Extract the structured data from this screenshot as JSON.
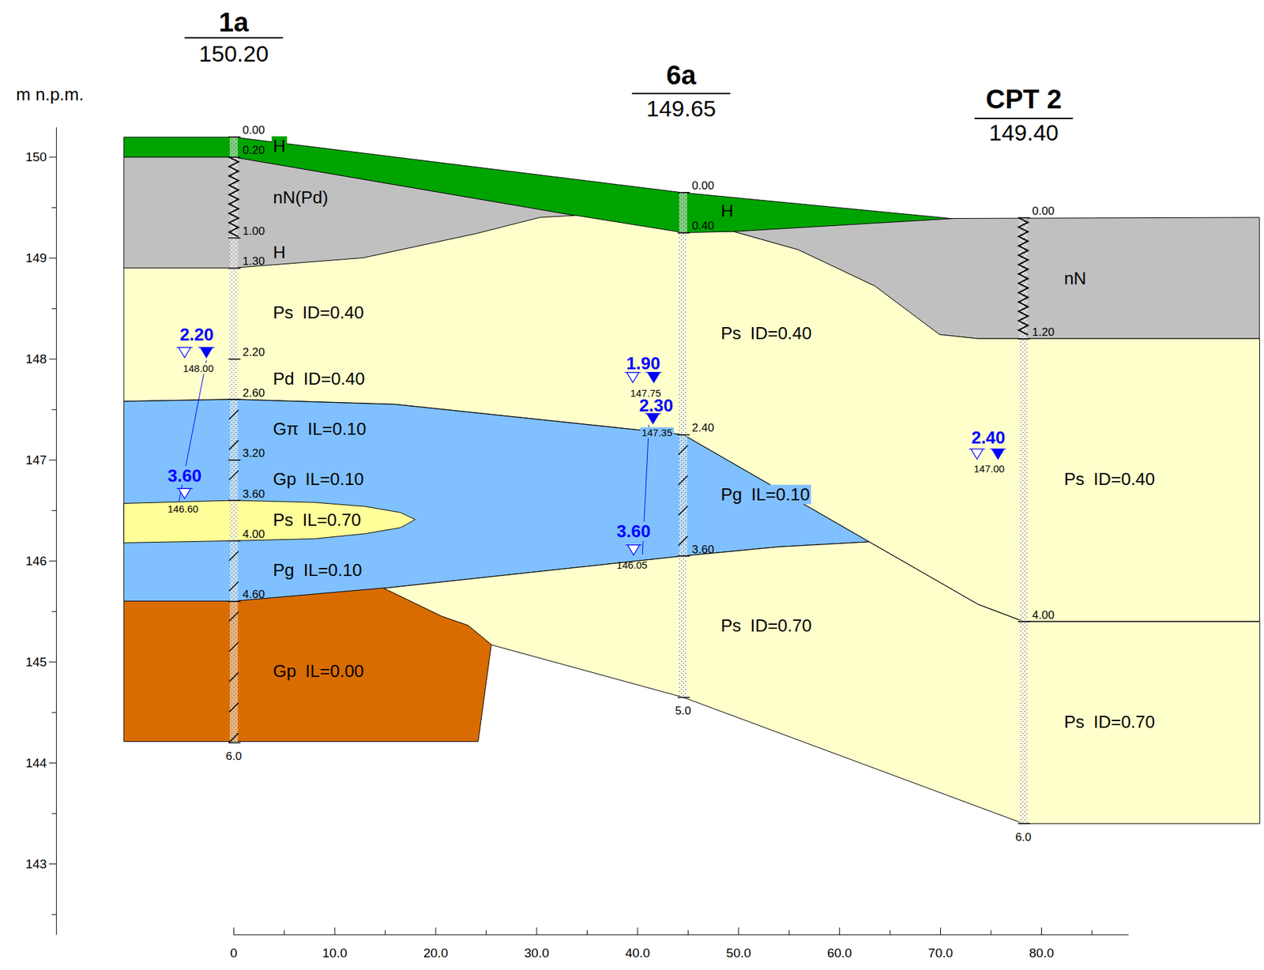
{
  "diagram": {
    "nodes": [
      {
        "text": [
          "H",
          "H"
        ]
      },
      {
        "text": [
          "nN(Pd)",
          "H"
        ]
      },
      {
        "text": [
          "nN"
        ]
      },
      {
        "text": [
          "Ps ID=0.40",
          "Pd ID=0.40",
          "Ps ID=0.40",
          "Ps ID=0.40"
        ]
      },
      {
        "text": [
          "Gπ IL=0.10",
          "Gp IL=0.10",
          "Pg IL=0.10",
          "Pg IL=0.10"
        ]
      },
      {
        "text": [
          "Ps IL=0.70"
        ],
        "in": 4
      },
      {
        "text": [
          "Ps ID=0.70",
          "Ps ID=0.70"
        ]
      },
      {
        "text": [
          "Gp IL=0.00"
        ]
      }
    ],
    "labels": [
      "1a",
      "150.20",
      "6a",
      "149.65",
      "CPT 2",
      "149.40",
      "m n.p.m.",
      "150",
      "149",
      "148",
      "147",
      "146",
      "145",
      "144",
      "143",
      "0",
      "10.0",
      "20.0",
      "30.0",
      "40.0",
      "50.0",
      "60.0",
      "70.0",
      "80.0",
      "0.00",
      "0.20",
      "1.00",
      "1.30",
      "2.20",
      "2.60",
      "3.20",
      "3.60",
      "4.00",
      "4.60",
      "6.0",
      "0.00",
      "0.40",
      "2.40",
      "3.60",
      "5.0",
      "0.00",
      "1.20",
      "4.00",
      "6.0",
      "2.20",
      "148.00",
      "3.60",
      "146.60",
      "1.90",
      "147.75",
      "2.30",
      "147.35",
      "3.60",
      "146.05",
      "2.40",
      "147.00"
    ]
  }
}
